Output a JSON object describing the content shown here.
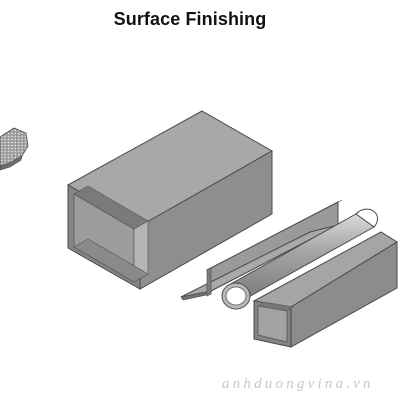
{
  "page": {
    "title": "Surface Finishing",
    "watermark": "anhduongvina.vn"
  },
  "colors": {
    "background": "#ffffff",
    "metal_top": "#a6a6a6",
    "metal_side": "#8a8a8a",
    "metal_dark": "#6e6e6e",
    "metal_light": "#c7c7c7",
    "outline": "#4a4a4a",
    "watermark": "#c8c8c8"
  },
  "objects": [
    {
      "name": "textured-disc",
      "description_icon": "perforated-disc-icon"
    },
    {
      "name": "rectangular-hollow-section",
      "description_icon": "rectangular-tube-icon"
    },
    {
      "name": "angle-profile",
      "description_icon": "angle-bar-icon"
    },
    {
      "name": "round-tube",
      "description_icon": "round-pipe-icon"
    },
    {
      "name": "small-rectangular-tube",
      "description_icon": "small-rectangular-tube-icon"
    }
  ]
}
